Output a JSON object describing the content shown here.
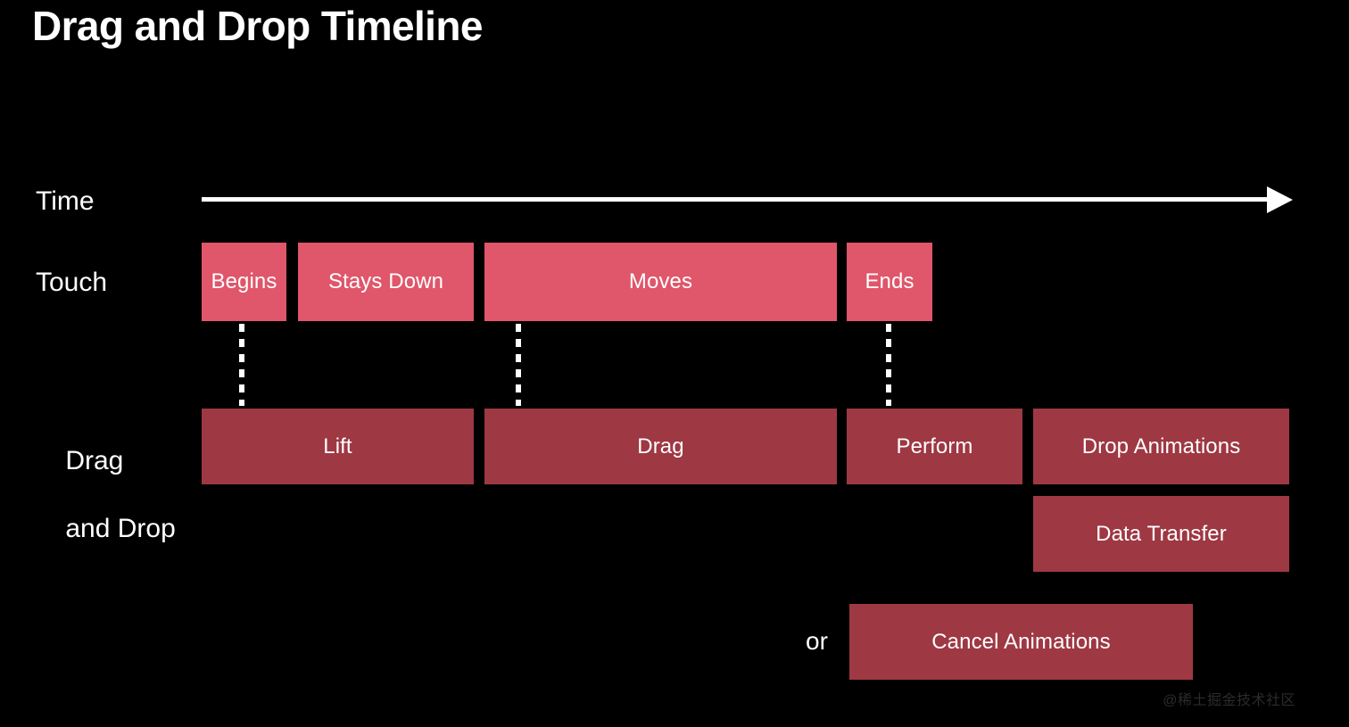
{
  "slide": {
    "title": "Drag and Drop Timeline",
    "background_color": "#000000",
    "watermark": "@稀土掘金技术社区"
  },
  "palette": {
    "touch_box": "#e0566a",
    "drag_box": "#9e3843",
    "text": "#ffffff",
    "axis": "#ffffff",
    "watermark_text": "#2b2b2b"
  },
  "rows": {
    "time": {
      "label": "Time",
      "axis_direction": "left-to-right",
      "arrow_head": "right-arrow-icon"
    },
    "touch": {
      "label": "Touch",
      "phases": [
        {
          "label": "Begins"
        },
        {
          "label": "Stays Down"
        },
        {
          "label": "Moves"
        },
        {
          "label": "Ends"
        }
      ]
    },
    "drag_and_drop": {
      "label_line1": "Drag",
      "label_line2": "and Drop",
      "phases": [
        {
          "label": "Lift"
        },
        {
          "label": "Drag"
        },
        {
          "label": "Perform"
        },
        {
          "label": "Drop Animations"
        }
      ],
      "secondary": [
        {
          "label": "Data Transfer"
        }
      ],
      "alternative": {
        "connector": "or",
        "label": "Cancel Animations"
      }
    }
  },
  "connectors": {
    "style": "dashed-vertical",
    "count": 3,
    "from_row": "touch",
    "to_row": "drag_and_drop"
  }
}
